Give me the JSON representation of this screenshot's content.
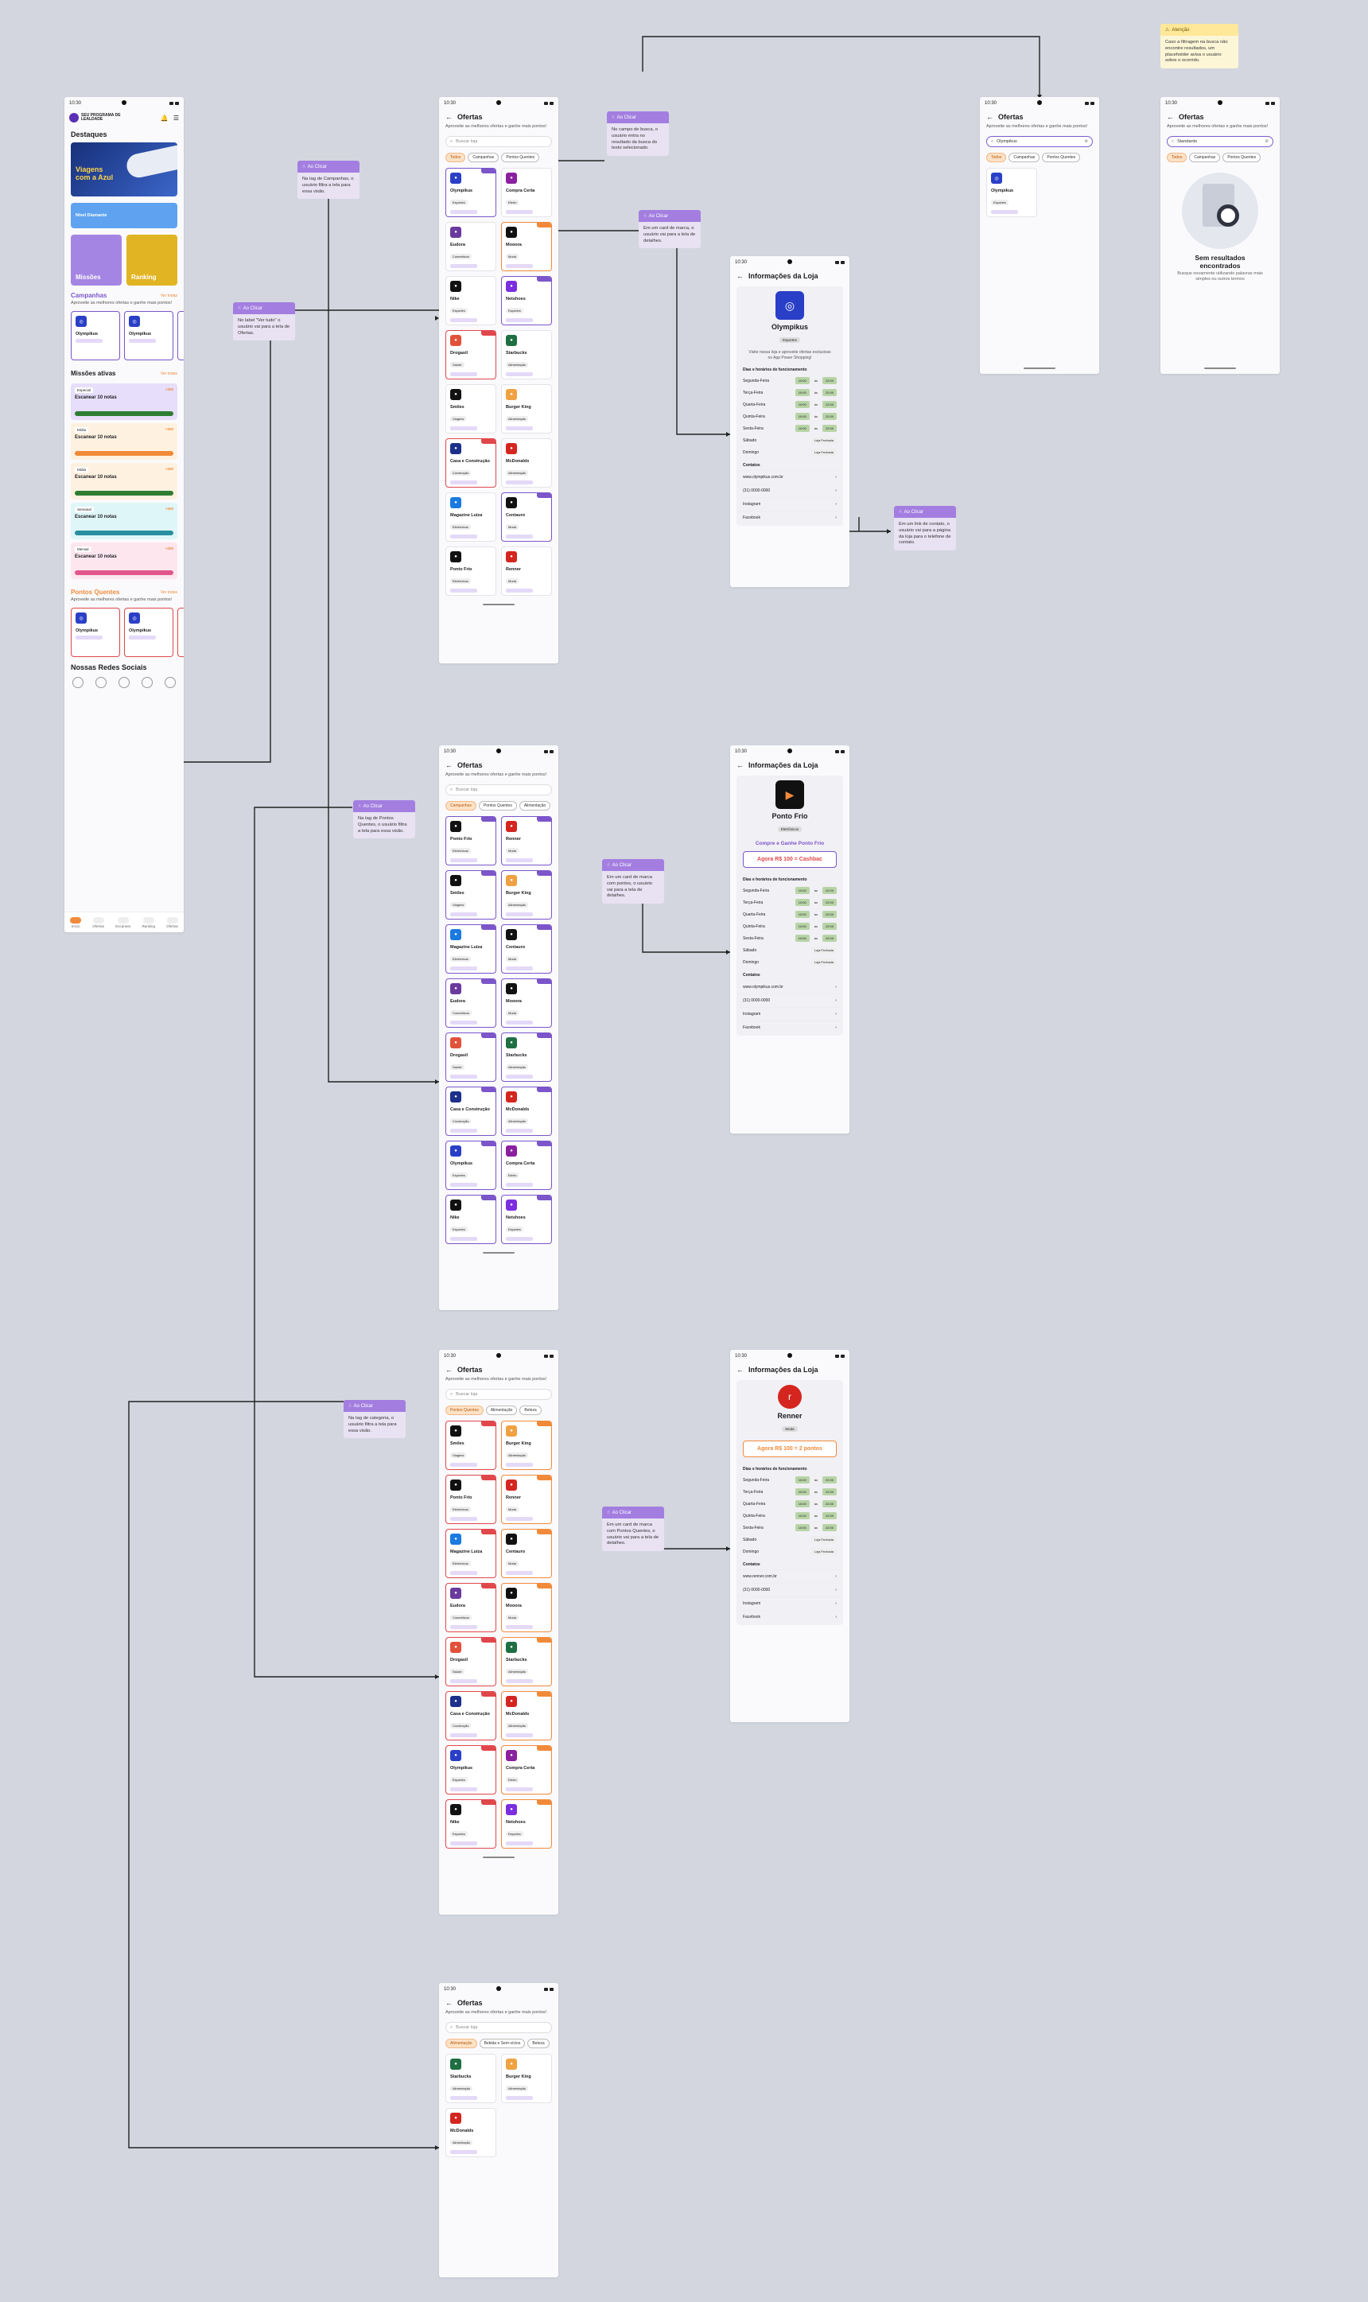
{
  "status_time": "10:30",
  "offers": {
    "title": "Ofertas",
    "subtitle": "Aproveite as melhores ofertas e ganhe mais pontos!",
    "search_placeholder": "Buscar loja",
    "chips": [
      "Todos",
      "Campanhas",
      "Pontos Quentes",
      "Alimentação"
    ],
    "chips_category": [
      "Alimentação",
      "Bebida e Sem-vícios",
      "Beleza"
    ],
    "stores_a": [
      {
        "name": "Olympikus",
        "cat": "Esportes",
        "color": "#2a3fc7",
        "b": "pur"
      },
      {
        "name": "Compra Certa",
        "cat": "Eletro",
        "color": "#8a1fa0",
        "b": ""
      },
      {
        "name": "Eudora",
        "cat": "Cosméticos",
        "color": "#6a3a9e",
        "b": ""
      },
      {
        "name": "Mooora",
        "cat": "Moda",
        "color": "#111111",
        "b": "org"
      },
      {
        "name": "Nike",
        "cat": "Esportes",
        "color": "#111111",
        "b": ""
      },
      {
        "name": "Netshoes",
        "cat": "Esportes",
        "color": "#7b2ee0",
        "b": "pur"
      },
      {
        "name": "Drogasil",
        "cat": "Saúde",
        "color": "#e2523a",
        "b": "red"
      },
      {
        "name": "Starbucks",
        "cat": "Alimentação",
        "color": "#1f6f43",
        "b": ""
      },
      {
        "name": "Smiles",
        "cat": "Viagens",
        "color": "#111111",
        "b": ""
      },
      {
        "name": "Burger King",
        "cat": "Alimentação",
        "color": "#f0a142",
        "b": ""
      },
      {
        "name": "Casa e Construção",
        "cat": "Construção",
        "color": "#1c2f8a",
        "b": "red"
      },
      {
        "name": "McDonalds",
        "cat": "Alimentação",
        "color": "#d4251f",
        "b": ""
      },
      {
        "name": "Magazine Luiza",
        "cat": "Eletrônicos",
        "color": "#1a7ae0",
        "b": ""
      },
      {
        "name": "Centauro",
        "cat": "Moda",
        "color": "#111111",
        "b": "pur"
      },
      {
        "name": "Ponto Frio",
        "cat": "Eletrônicos",
        "color": "#111111",
        "b": ""
      },
      {
        "name": "Renner",
        "cat": "Moda",
        "color": "#d4251f",
        "b": ""
      }
    ],
    "stores_b": [
      {
        "name": "Ponto Frio",
        "cat": "Eletrônicos",
        "color": "#111111",
        "b": "pur"
      },
      {
        "name": "Renner",
        "cat": "Moda",
        "color": "#d4251f",
        "b": "pur"
      },
      {
        "name": "Smiles",
        "cat": "Viagens",
        "color": "#111111",
        "b": "pur"
      },
      {
        "name": "Burger King",
        "cat": "Alimentação",
        "color": "#f0a142",
        "b": "pur"
      },
      {
        "name": "Magazine Luiza",
        "cat": "Eletrônicos",
        "color": "#1a7ae0",
        "b": "pur"
      },
      {
        "name": "Centauro",
        "cat": "Moda",
        "color": "#111111",
        "b": "pur"
      },
      {
        "name": "Eudora",
        "cat": "Cosméticos",
        "color": "#6a3a9e",
        "b": "pur"
      },
      {
        "name": "Mooora",
        "cat": "Moda",
        "color": "#111111",
        "b": "pur"
      },
      {
        "name": "Drogasil",
        "cat": "Saúde",
        "color": "#e2523a",
        "b": "pur"
      },
      {
        "name": "Starbucks",
        "cat": "Alimentação",
        "color": "#1f6f43",
        "b": "pur"
      },
      {
        "name": "Casa e Construção",
        "cat": "Construção",
        "color": "#1c2f8a",
        "b": "pur"
      },
      {
        "name": "McDonalds",
        "cat": "Alimentação",
        "color": "#d4251f",
        "b": "pur"
      },
      {
        "name": "Olympikus",
        "cat": "Esportes",
        "color": "#2a3fc7",
        "b": "pur"
      },
      {
        "name": "Compra Certa",
        "cat": "Eletro",
        "color": "#8a1fa0",
        "b": "pur"
      },
      {
        "name": "Nike",
        "cat": "Esportes",
        "color": "#111111",
        "b": "pur"
      },
      {
        "name": "Netshoes",
        "cat": "Esportes",
        "color": "#7b2ee0",
        "b": "pur"
      }
    ],
    "stores_c": [
      {
        "name": "Smiles",
        "cat": "Viagens",
        "color": "#111111",
        "b": "red"
      },
      {
        "name": "Burger King",
        "cat": "Alimentação",
        "color": "#f0a142",
        "b": "org"
      },
      {
        "name": "Ponto Frio",
        "cat": "Eletrônicos",
        "color": "#111111",
        "b": "red"
      },
      {
        "name": "Renner",
        "cat": "Moda",
        "color": "#d4251f",
        "b": "org"
      },
      {
        "name": "Magazine Luiza",
        "cat": "Eletrônicos",
        "color": "#1a7ae0",
        "b": "red"
      },
      {
        "name": "Centauro",
        "cat": "Moda",
        "color": "#111111",
        "b": "org"
      },
      {
        "name": "Eudora",
        "cat": "Cosméticos",
        "color": "#6a3a9e",
        "b": "red"
      },
      {
        "name": "Mooora",
        "cat": "Moda",
        "color": "#111111",
        "b": "org"
      },
      {
        "name": "Drogasil",
        "cat": "Saúde",
        "color": "#e2523a",
        "b": "red"
      },
      {
        "name": "Starbucks",
        "cat": "Alimentação",
        "color": "#1f6f43",
        "b": "org"
      },
      {
        "name": "Casa e Construção",
        "cat": "Construção",
        "color": "#1c2f8a",
        "b": "red"
      },
      {
        "name": "McDonalds",
        "cat": "Alimentação",
        "color": "#d4251f",
        "b": "org"
      },
      {
        "name": "Olympikus",
        "cat": "Esportes",
        "color": "#2a3fc7",
        "b": "red"
      },
      {
        "name": "Compra Certa",
        "cat": "Eletro",
        "color": "#8a1fa0",
        "b": "org"
      },
      {
        "name": "Nike",
        "cat": "Esportes",
        "color": "#111111",
        "b": "red"
      },
      {
        "name": "Netshoes",
        "cat": "Esportes",
        "color": "#7b2ee0",
        "b": "org"
      }
    ],
    "stores_d": [
      {
        "name": "Starbucks",
        "cat": "Alimentação",
        "color": "#1f6f43",
        "b": ""
      },
      {
        "name": "Burger King",
        "cat": "Alimentação",
        "color": "#f0a142",
        "b": ""
      },
      {
        "name": "McDonalds",
        "cat": "Alimentação",
        "color": "#d4251f",
        "b": ""
      }
    ],
    "search_value": "Olympikus",
    "search_value_2": "Standards",
    "no_results_title": "Sem resultados encontrados",
    "no_results_text": "Busque novamente utilizando palavras mais simples ou outros termos"
  },
  "home": {
    "brand": "SEU PROGRAMA DE LEALDADE",
    "highlights": "Destaques",
    "banner_text": "Viagens com a Azul",
    "level_label": "Nível Diamante",
    "missions_label": "Missões",
    "ranking_label": "Ranking",
    "campaigns": "Campanhas",
    "see_all": "Ver todas",
    "campaigns_sub": "Aproveite as melhores ofertas e ganhe mais pontos!",
    "missions_title": "Missões ativas",
    "missions": [
      {
        "tag": "Especial",
        "title": "Escanear 10 notas",
        "pts": "+200",
        "color": "#e6defa",
        "bar": "#2e7d32"
      },
      {
        "tag": "Mídia",
        "title": "Escanear 10 notas",
        "pts": "+200",
        "color": "#fff1e0",
        "bar": "#f08a3a"
      },
      {
        "tag": "Mídia",
        "title": "Escanear 10 notas",
        "pts": "+200",
        "color": "#fff1e0",
        "bar": "#2e7d32"
      },
      {
        "tag": "Semanal",
        "title": "Escanear 10 notas",
        "pts": "+200",
        "color": "#dff6f8",
        "bar": "#2a8fa0"
      },
      {
        "tag": "Mensal",
        "title": "Escanear 10 notas",
        "pts": "+200",
        "color": "#fde6ee",
        "bar": "#e0568a"
      }
    ],
    "hot_points": "Pontos Quentes",
    "socials": "Nossas Redes Sociais",
    "nav": [
      "Início",
      "Ofertas",
      "Escanear",
      "Ranking",
      "Ofertas"
    ]
  },
  "store_info": {
    "title": "Informações da Loja",
    "hours_title": "Dias e horários de funcionamento",
    "days": [
      "Segunda-Feira",
      "Terça-Feira",
      "Quarta-Feira",
      "Quinta-Feira",
      "Sexta-Feira",
      "Sábado",
      "Domingo"
    ],
    "open": "10:00",
    "close": "22:00",
    "closed": "Loja Fechada",
    "contacts_title": "Contatos",
    "site": "www.olympikus.com.br",
    "site2": "www.renner.com.br",
    "phone": "(31) 0000-0000",
    "instagram": "Instagram",
    "facebook": "Facebook",
    "olympikus": {
      "name": "Olympikus",
      "cat": "Esportes",
      "desc": "Visite nossa loja e aproveite ofertas exclusivas no App Power Shopping!"
    },
    "pontofrio": {
      "name": "Ponto Frio",
      "cat": "Eletrônicos",
      "campaign": "Compre e Ganhe Ponto Frio",
      "offer": "Agora R$ 100 = Cashbac"
    },
    "renner": {
      "name": "Renner",
      "cat": "Moda",
      "offer": "Agora R$ 100 = 2 pontos"
    }
  },
  "notes": [
    {
      "head": "Ao Clicar",
      "text": "No campo de busca, o usuário entra no resultado da busca do texto selecionado."
    },
    {
      "head": "Ao Clicar",
      "text": "Na tag de Campanhas, o usuário filtra a tela para essa visão."
    },
    {
      "head": "Ao Clicar",
      "text": "No label \"Ver tudo\" o usuário vai para a tela de Ofertas."
    },
    {
      "head": "Ao Clicar",
      "text": "Em um card de marca, o usuário vai para a tela de detalhes."
    },
    {
      "head": "Ao Clicar",
      "text": "Em um link de contato, o usuário vai para a página da loja para o telefone de contato."
    },
    {
      "head": "Ao Clicar",
      "text": "Na tag de Pontos Quentes, o usuário filtra a tela para essa visão."
    },
    {
      "head": "Ao Clicar",
      "text": "Em um card de marca com pontos, o usuário vai para a tela de detalhes."
    },
    {
      "head": "Ao Clicar",
      "text": "Na tag de categoria, o usuário filtra a tela para essa visão."
    },
    {
      "head": "Ao Clicar",
      "text": "Em um card de marca com Pontos Quentes, o usuário vai para a tela de detalhes."
    },
    {
      "head": "Atenção",
      "text": "Caso a filtragem na busca não encontre resultados, um placeholder avisa o usuário sobre o ocorrido."
    }
  ]
}
